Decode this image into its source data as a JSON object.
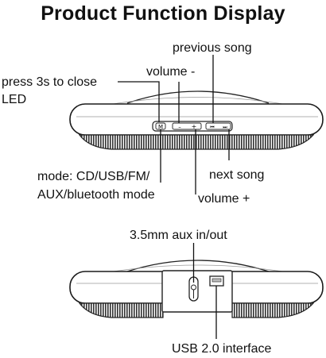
{
  "title": "Product Function Display",
  "labels": {
    "press_close_line1": "press 3s to close",
    "press_close_line2": "LED",
    "volume_minus": "volume -",
    "previous_song": "previous song",
    "mode_line1": "mode: CD/USB/FM/",
    "mode_line2": "AUX/bluetooth mode",
    "next_song": "next song",
    "volume_plus": "volume +",
    "aux": "3.5mm aux in/out",
    "usb": "USB 2.0 interface"
  },
  "button_glyphs": {
    "mode": "M",
    "minus": "–",
    "plus": "+",
    "prev": "⏮",
    "next": "⏭"
  },
  "colors": {
    "outline": "#1a1a1a",
    "body_fill": "#ffffff",
    "speaker_dark": "#3a3a3a"
  }
}
